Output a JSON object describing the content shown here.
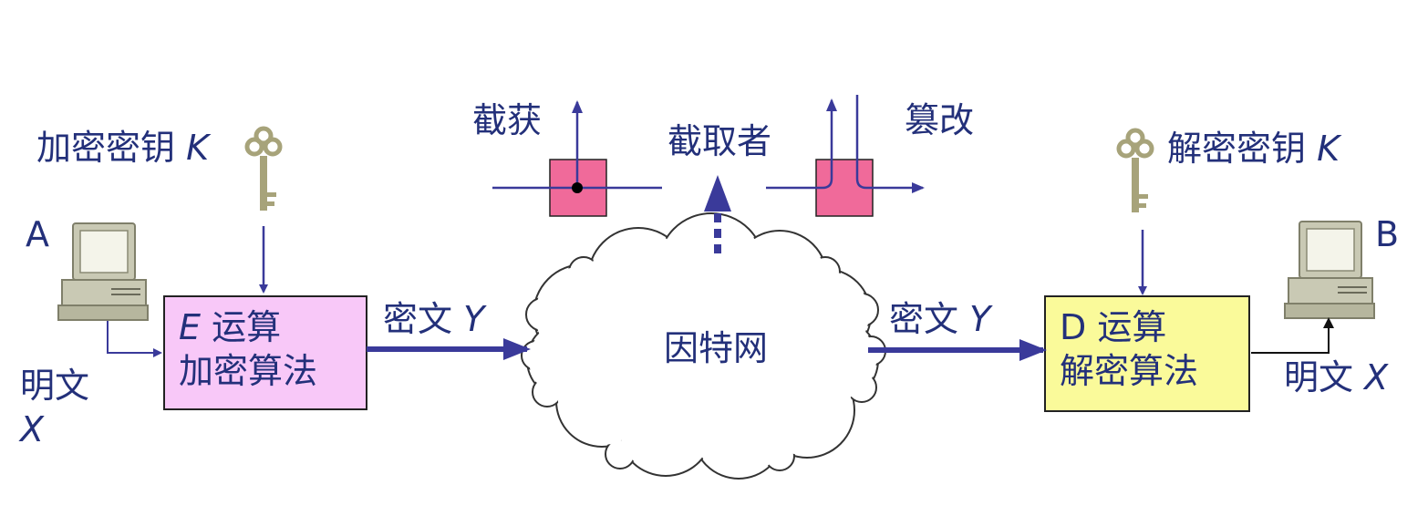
{
  "colors": {
    "text": "#23307a",
    "arrow": "#3a3a9a",
    "encrypt_box": "#f8c8f8",
    "decrypt_box": "#fafa9a",
    "intercept_box": "#f06a9a",
    "key": "#a7a37a"
  },
  "labels": {
    "enc_key": "加密密钥",
    "enc_key_var": "K",
    "dec_key": "解密密钥",
    "dec_key_var": "K",
    "host_a": "A",
    "host_b": "B",
    "plaintext_left": "明文",
    "plaintext_left_var": "X",
    "plaintext_right": "明文",
    "plaintext_right_var": "X",
    "ciphertext_left": "密文",
    "ciphertext_left_var": "Y",
    "ciphertext_right": "密文",
    "ciphertext_right_var": "Y",
    "interceptor": "截取者",
    "intercept": "截获",
    "tamper": "篡改",
    "internet": "因特网"
  },
  "boxes": {
    "encrypt": {
      "op_var": "E",
      "op": "运算",
      "name": "加密算法"
    },
    "decrypt": {
      "op": "D 运算",
      "name": "解密算法"
    }
  },
  "icons": [
    "computer-icon",
    "key-icon"
  ]
}
